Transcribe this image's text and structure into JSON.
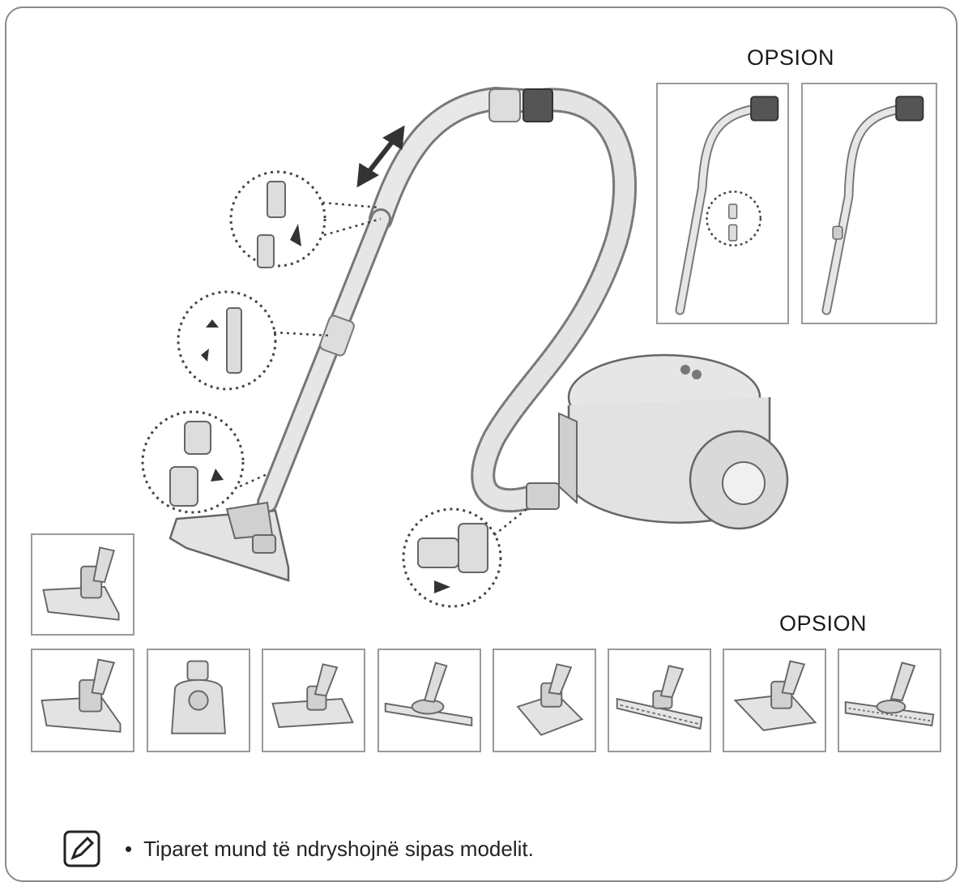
{
  "option_label_top": "OPSION",
  "option_label_bottom": "OPSION",
  "note": {
    "bullet": "•",
    "text": "Tiparet mund të ndryshojnë sipas modelit."
  },
  "icons": {
    "note": "note-pencil-icon"
  }
}
